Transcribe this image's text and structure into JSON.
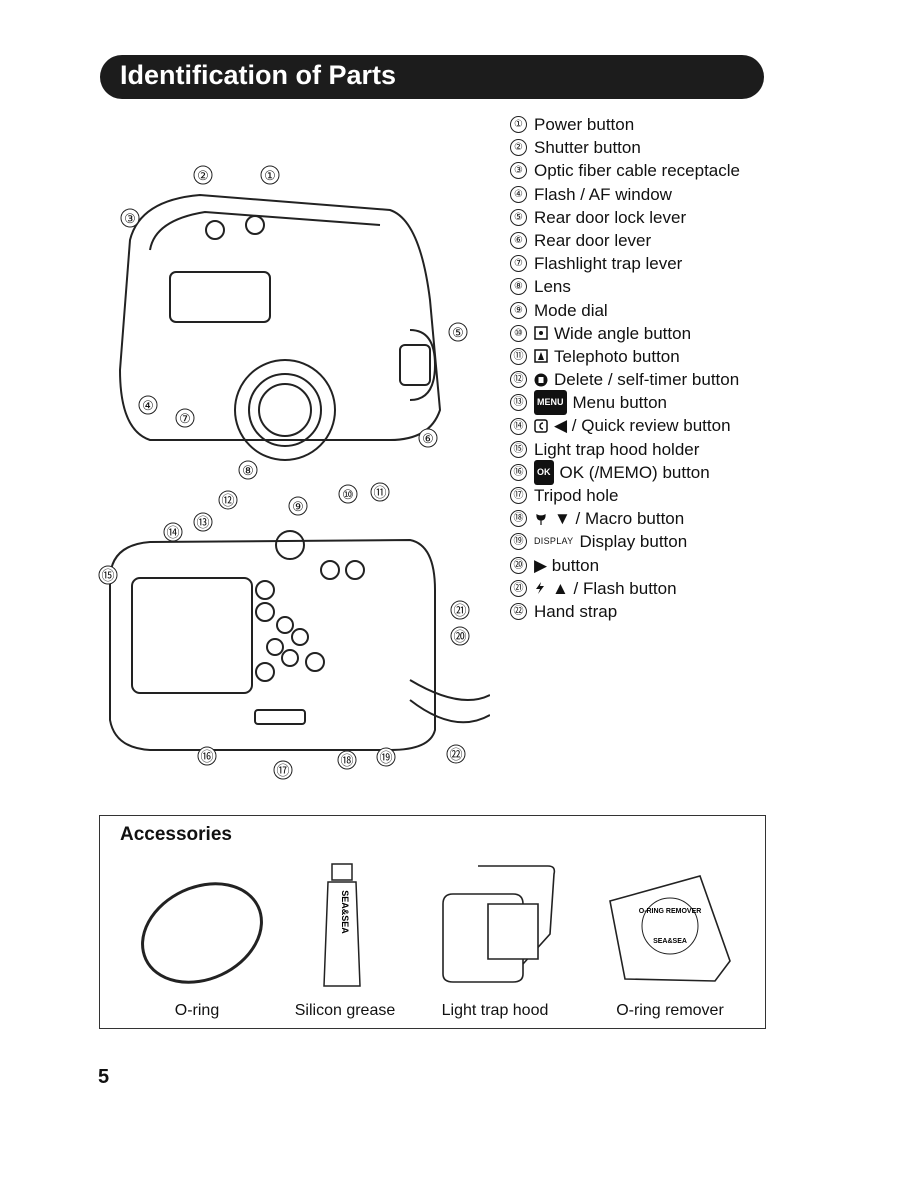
{
  "title": "Identification of Parts",
  "parts": [
    {
      "n": "①",
      "icon": "",
      "label": "Power button"
    },
    {
      "n": "②",
      "icon": "",
      "label": "Shutter button"
    },
    {
      "n": "③",
      "icon": "",
      "label": "Optic fiber cable receptacle"
    },
    {
      "n": "④",
      "icon": "",
      "label": "Flash / AF window"
    },
    {
      "n": "⑤",
      "icon": "",
      "label": "Rear door lock lever"
    },
    {
      "n": "⑥",
      "icon": "",
      "label": "Rear door lever"
    },
    {
      "n": "⑦",
      "icon": "",
      "label": "Flashlight trap lever"
    },
    {
      "n": "⑧",
      "icon": "",
      "label": "Lens"
    },
    {
      "n": "⑨",
      "icon": "",
      "label": "Mode dial"
    },
    {
      "n": "⑩",
      "icon": "wide-icon",
      "label": "Wide angle button"
    },
    {
      "n": "⑪",
      "icon": "tele-icon",
      "label": "Telephoto button"
    },
    {
      "n": "⑫",
      "icon": "trash-icon",
      "label": "Delete / self-timer button"
    },
    {
      "n": "⑬",
      "icon": "menu-icon",
      "icon_text": "MENU",
      "label": "Menu button"
    },
    {
      "n": "⑭",
      "icon": "quick-review-icon",
      "label": "◀ / Quick review button"
    },
    {
      "n": "⑮",
      "icon": "",
      "label": "Light trap hood holder"
    },
    {
      "n": "⑯",
      "icon": "ok-icon",
      "icon_text": "OK",
      "label": "OK (/MEMO) button"
    },
    {
      "n": "⑰",
      "icon": "",
      "label": "Tripod hole"
    },
    {
      "n": "⑱",
      "icon": "macro-icon",
      "label": "▼ / Macro button"
    },
    {
      "n": "⑲",
      "icon": "display-icon",
      "icon_text": "DISPLAY",
      "label": "Display button"
    },
    {
      "n": "⑳",
      "icon": "play-icon",
      "label": "▶ button"
    },
    {
      "n": "㉑",
      "icon": "flash-icon",
      "label": "▲ / Flash button"
    },
    {
      "n": "㉒",
      "icon": "",
      "label": "Hand strap"
    }
  ],
  "diagram_callouts": [
    "①",
    "②",
    "③",
    "④",
    "⑤",
    "⑥",
    "⑦",
    "⑧",
    "⑨",
    "⑩",
    "⑪",
    "⑫",
    "⑬",
    "⑭",
    "⑮",
    "⑯",
    "⑰",
    "⑱",
    "⑲",
    "⑳",
    "㉑",
    "㉒"
  ],
  "accessories": {
    "title": "Accessories",
    "items": [
      "O-ring",
      "Silicon grease",
      "Light trap hood",
      "O-ring remover"
    ],
    "grease_brand": "SEA&SEA",
    "remover_text": "O-RING REMOVER"
  },
  "page_number": "5"
}
